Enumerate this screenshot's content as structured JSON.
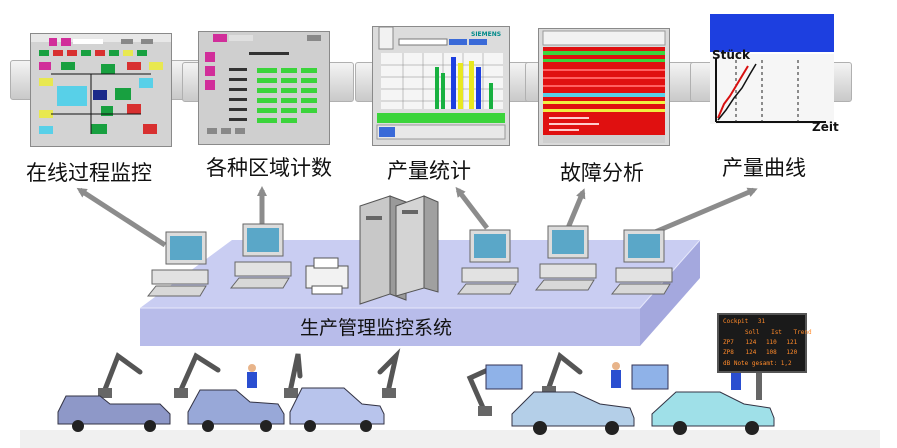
{
  "captions": {
    "online_process_monitoring": "在线过程监控",
    "area_counting": "各种区域计数",
    "production_statistics": "产量统计",
    "fault_analysis": "故障分析",
    "production_curve": "产量曲线"
  },
  "platform": {
    "label": "生产管理监控系统"
  },
  "curve_chart": {
    "y_label": "Stück",
    "x_label": "Zeit"
  },
  "stats_screen": {
    "brand": "SIEMENS"
  },
  "display_board": {
    "title": "Cockpit",
    "title_value": "31",
    "headers": [
      "Soll",
      "Ist",
      "Trend"
    ],
    "rows": [
      {
        "label": "ZP7",
        "values": [
          "124",
          "110",
          "121"
        ]
      },
      {
        "label": "ZP8",
        "values": [
          "124",
          "108",
          "120"
        ]
      }
    ],
    "footer": "dB Note gesamt: 1,2"
  },
  "colors": {
    "platform_fill": "#c9cdf2",
    "platform_edge": "#9fa4d8",
    "arrow": "#8c8c8c",
    "fault_red": "#e01010",
    "chart_blue": "#1d3fe0",
    "monitor_screen": "#5aa7c8"
  }
}
